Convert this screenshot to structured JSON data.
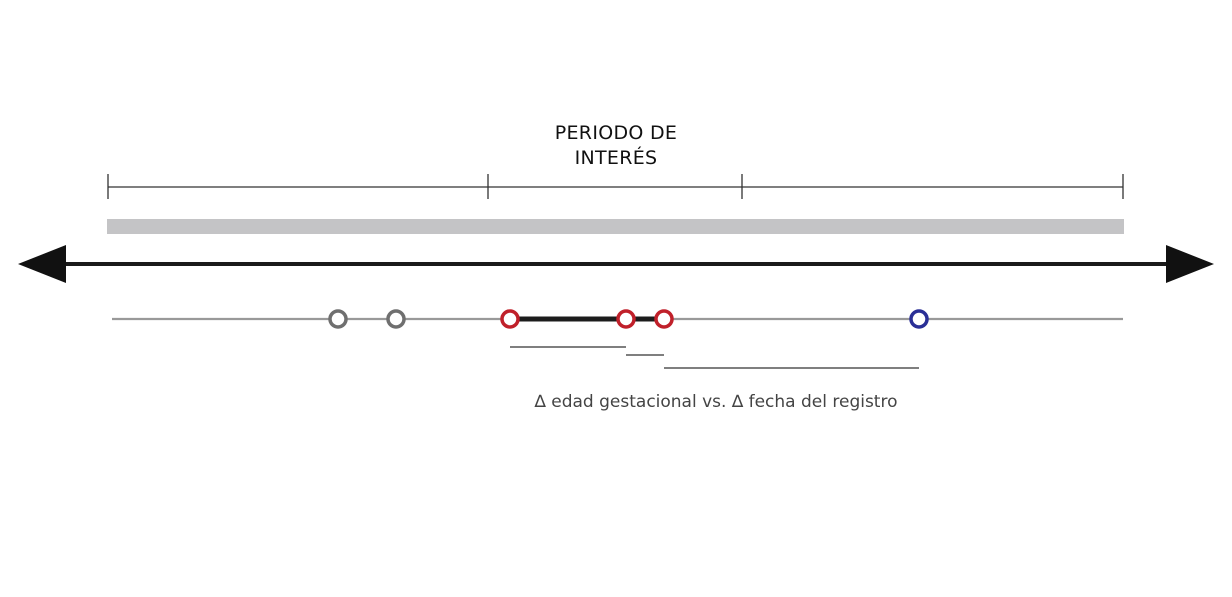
{
  "header": {
    "title_line1": "PERIODO DE",
    "title_line2": "INTERÉS"
  },
  "caption": {
    "text": "∆ edad gestacional vs. ∆ fecha del registro"
  },
  "colors": {
    "axis": "#1a1a1a",
    "gray_band": "#c4c4c6",
    "record_line": "#999999",
    "gray_point": "#6f6f6f",
    "red_point": "#c0202a",
    "blue_point": "#2a2f96",
    "highlight_segment": "#1c1c1c",
    "bracket": "#333333"
  },
  "icons": {
    "left_arrow": "arrowhead-left-icon",
    "right_arrow": "arrowhead-right-icon",
    "record_point": "open-circle-icon"
  }
}
